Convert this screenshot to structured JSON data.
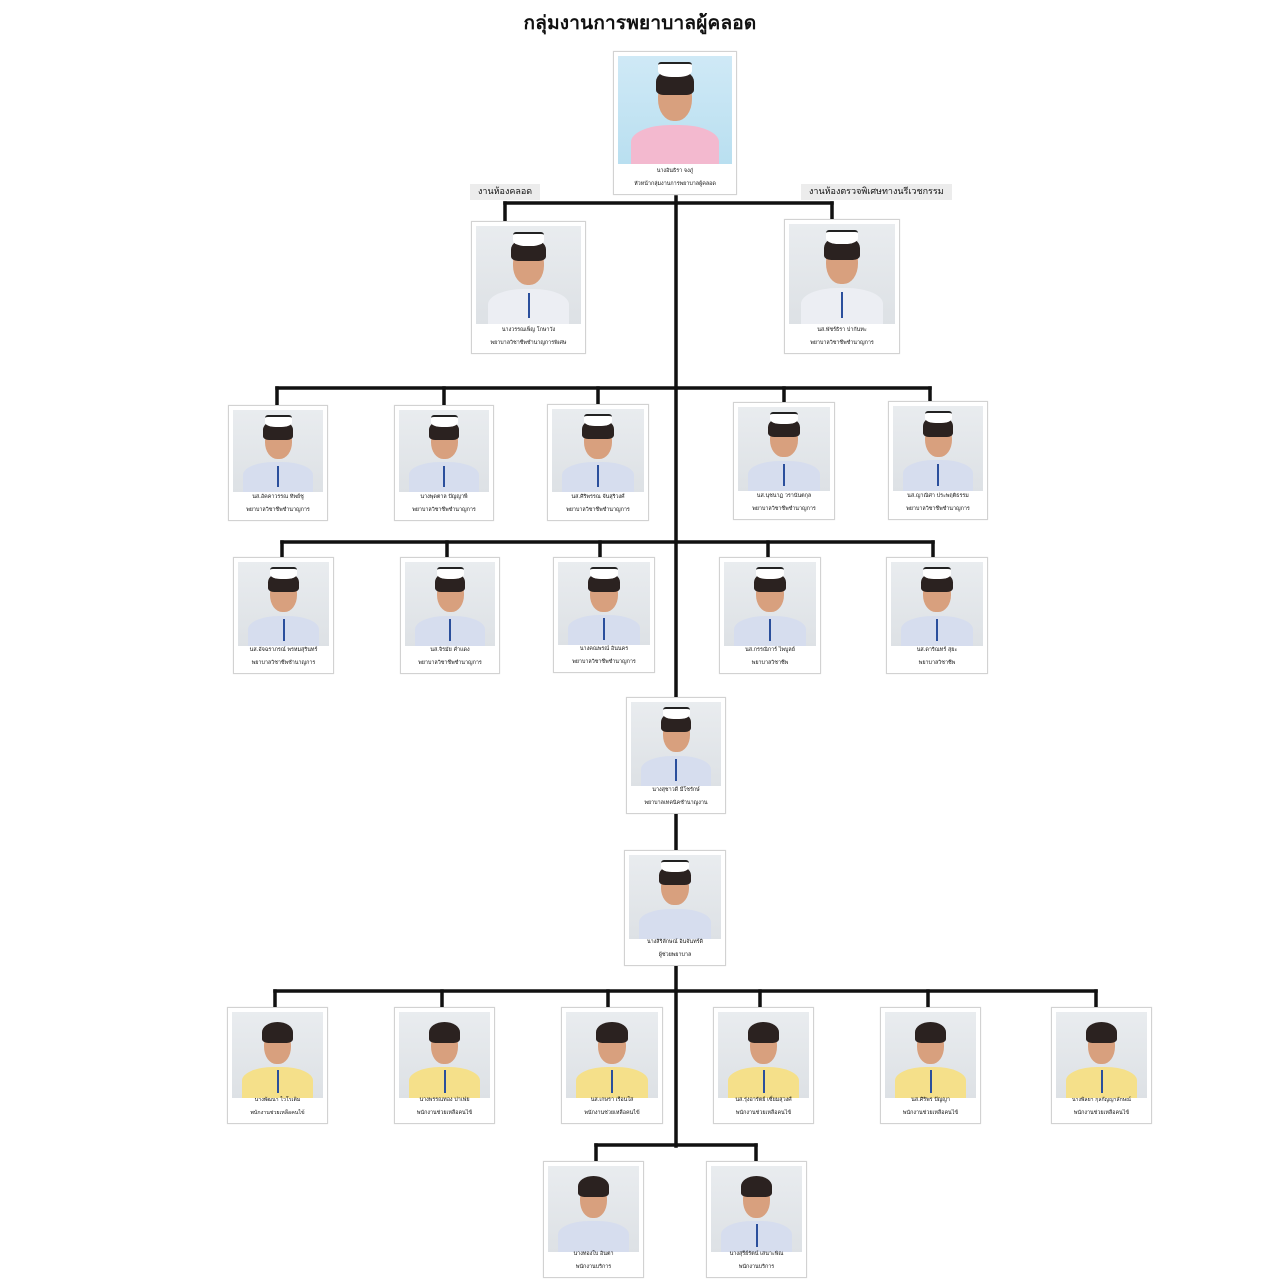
{
  "page_title": "กลุ่มงานการพยาบาลผู้คลอด",
  "section_labels": {
    "left": "งานห้องคลอด",
    "right": "งานห้องตรวจพิเศษทางนรีเวชกรรม"
  },
  "head": {
    "name": "นางอินธิรา จงภู่",
    "position": "หัวหน้ากลุ่มงานการพยาบาลผู้คลอด"
  },
  "supervisors": [
    {
      "name": "นางวรรณเพ็ญ โกษาวัง",
      "position": "พยาบาลวิชาชีพชำนาญการพิเศษ"
    },
    {
      "name": "นส.พัชร์ธิรา ปากันทะ",
      "position": "พยาบาลวิชาชีพชำนาญการ"
    }
  ],
  "nurses_row1": [
    {
      "name": "นส.อัคคาวรรณ ทิพย์ชู",
      "position": "พยาบาลวิชาชีพชำนาญการ"
    },
    {
      "name": "นางพุดตาล ปัญญาพี",
      "position": "พยาบาลวิชาชีพชำนาญการ"
    },
    {
      "name": "นส.ศิริพรรณ จันสุริวงศ์",
      "position": "พยาบาลวิชาชีพชำนาญการ"
    },
    {
      "name": "นส.นุชนาฏ วรานันตกุล",
      "position": "พยาบาลวิชาชีพชำนาญการ"
    },
    {
      "name": "นส.ญาณิศา ประพฤติธรรม",
      "position": "พยาบาลวิชาชีพชำนาญการ"
    }
  ],
  "nurses_row2": [
    {
      "name": "นส.อัจฉราภรณ์ พรหมสุรินทร์",
      "position": "พยาบาลวิชาชีพชำนาญการ"
    },
    {
      "name": "นส.จิรมัย คำแดง",
      "position": "พยาบาลวิชาชีพชำนาญการ"
    },
    {
      "name": "นางคณพรณ์ อินนคร",
      "position": "พยาบาลวิชาชีพชำนาญการ"
    },
    {
      "name": "นส.กรรณิการ์ ไพบูลย์",
      "position": "พยาบาลวิชาชีพ"
    },
    {
      "name": "นส.ดาริณทร์ สุยะ",
      "position": "พยาบาลวิชาชีพ"
    }
  ],
  "technical_nurse": {
    "name": "นางสุชาวดี มีโชรักษ์",
    "position": "พยาบาลเทคนิคชำนาญงาน"
  },
  "assistant_nurse": {
    "name": "นางสิริลักษณ์ อินจันทร์ดิ",
    "position": "ผู้ช่วยพยาบาล"
  },
  "aides": [
    {
      "name": "นางพัฒนา ไวโรเติม",
      "position": "พนักงานช่วยเหลือคนไข้"
    },
    {
      "name": "นางพรรณทอง ปาเฟย",
      "position": "พนักงานช่วยเหลือคนไข้"
    },
    {
      "name": "นส.เกษรา เรือนใส",
      "position": "พนักงานช่วยเหลือคนไข้"
    },
    {
      "name": "นส.รุ่งอารัตย์ เซี่ยมสุวงศ์",
      "position": "พนักงานช่วยเหลือคนไข้"
    },
    {
      "name": "นส.ศิริพร ปัญญา",
      "position": "พนักงานช่วยเหลือคนไข้"
    },
    {
      "name": "นางพิลยา กุลกัญญาลักษณ์",
      "position": "พนักงานช่วยเหลือคนไข้"
    }
  ],
  "service_staff": [
    {
      "name": "นางทองใบ อินตา",
      "position": "พนักงานบริการ"
    },
    {
      "name": "นางสุรีย์รัตน์ เสนาะพิณ",
      "position": "พนักงานบริการ"
    }
  ]
}
